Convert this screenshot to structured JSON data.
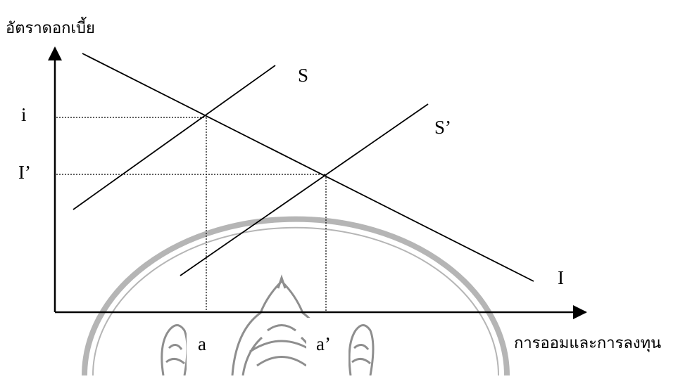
{
  "diagram": {
    "y_axis_label": "อัตราดอกเบี้ย",
    "x_axis_label": "การออมและการลงทุน",
    "curves": {
      "saving": "S",
      "saving_shifted": "S’",
      "investment": "I"
    },
    "rate_levels": {
      "initial": "i",
      "new": "I’"
    },
    "quantity_levels": {
      "initial": "a",
      "new": "a’"
    },
    "colors": {
      "ink": "#000000",
      "seal_watermark": "#b5b5b5"
    }
  }
}
